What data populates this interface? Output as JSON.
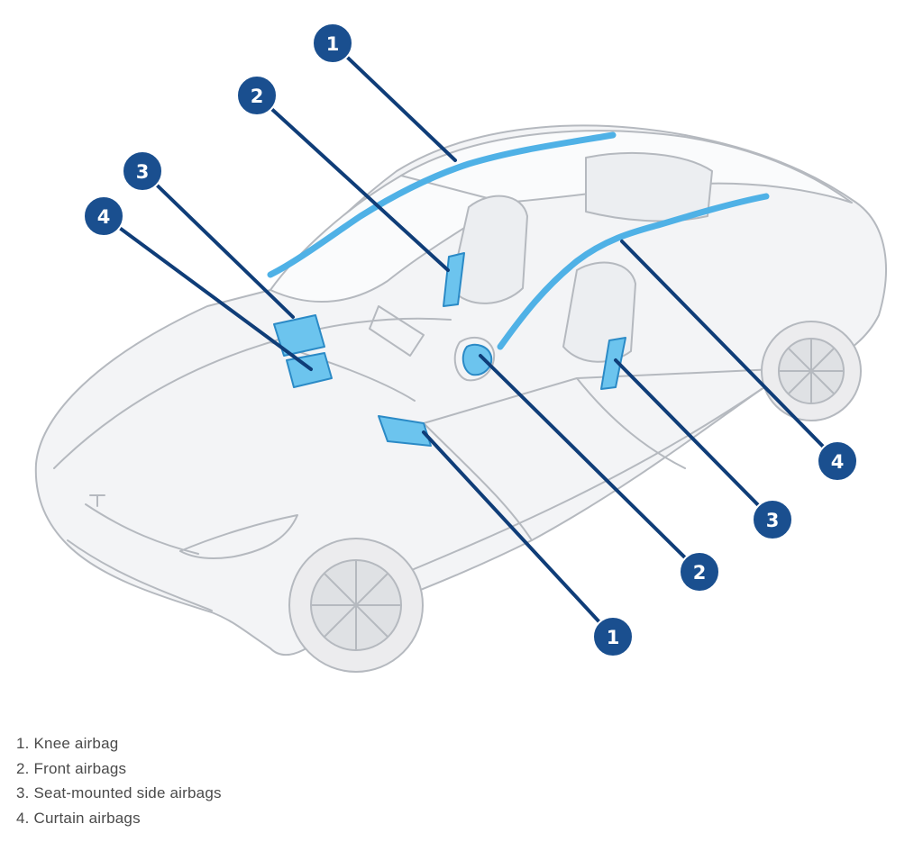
{
  "callouts": [
    "1",
    "2",
    "3",
    "4",
    "4",
    "3",
    "2",
    "1"
  ],
  "legend": [
    "1. Knee airbag",
    "2. Front airbags",
    "3. Seat-mounted side airbags",
    "4. Curtain airbags"
  ],
  "colors": {
    "callout_fill": "#1a4f8f",
    "callout_border": "#ffffff",
    "leader_line": "#0f3d78",
    "airbag_fill": "#6cc4ee",
    "airbag_stroke": "#2b8ac6",
    "car_outline": "#b5b9bf",
    "car_body": "#f3f4f6",
    "legend_text": "#4a4a4a"
  }
}
